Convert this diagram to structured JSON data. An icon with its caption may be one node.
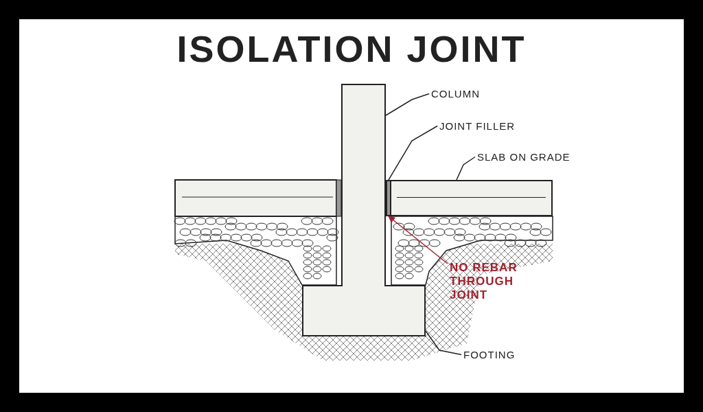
{
  "diagram": {
    "title": "ISOLATION JOINT",
    "nodes": [
      {
        "text": [
          "COLUMN"
        ]
      },
      {
        "text": [
          "JOINT FILLER"
        ]
      },
      {
        "text": [
          "SLAB ON GRADE"
        ]
      },
      {
        "text": [
          "NO REBAR THROUGH JOINT"
        ]
      },
      {
        "text": [
          "FOOTING"
        ]
      },
      {
        "text": [],
        "shape": "box"
      },
      {
        "text": [],
        "shape": "bar"
      },
      {
        "text": [],
        "shape": "box"
      },
      {
        "text": [],
        "shape": "box"
      }
    ],
    "edges": [
      {
        "from": 0,
        "to": 5,
        "arrow": "none"
      },
      {
        "from": 1,
        "to": 6,
        "arrow": "none"
      },
      {
        "from": 2,
        "to": 7,
        "arrow": "none"
      },
      {
        "from": 3,
        "to": 6,
        "arrow": "to",
        "color": "#a3202e"
      },
      {
        "from": 4,
        "to": 8,
        "arrow": "none"
      }
    ]
  }
}
